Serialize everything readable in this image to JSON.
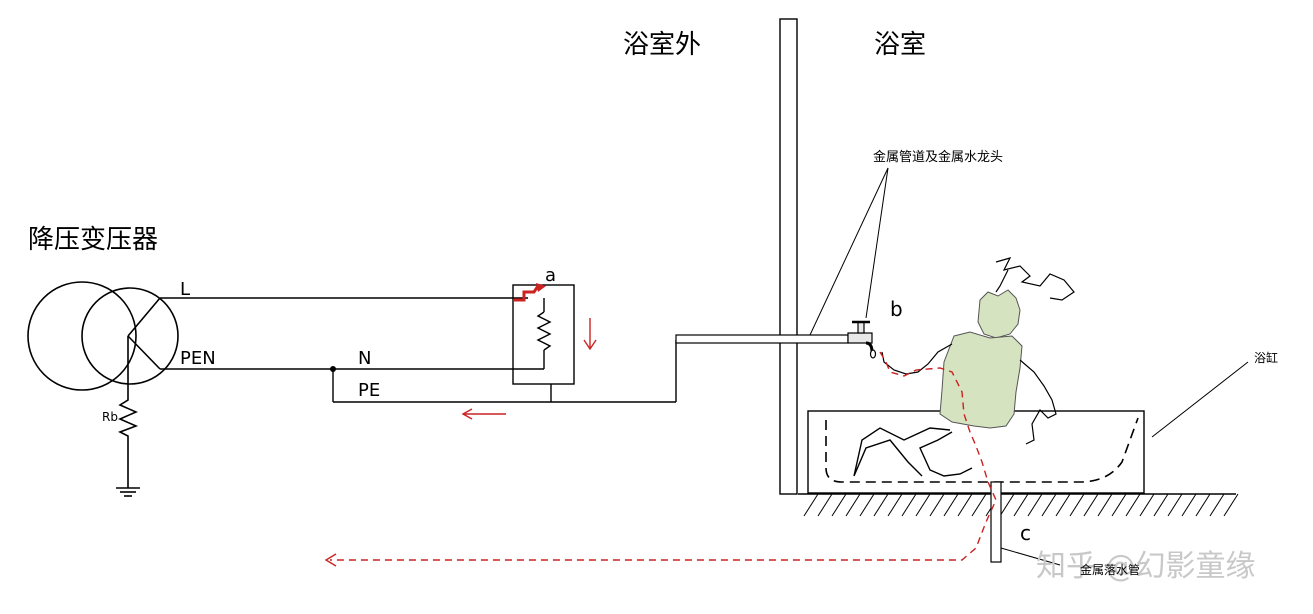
{
  "labels": {
    "transformer": "降压变压器",
    "L": "L",
    "PEN": "PEN",
    "N": "N",
    "PE": "PE",
    "Rb": "Rb",
    "a": "a",
    "b": "b",
    "c": "c",
    "outside": "浴室外",
    "bathroom": "浴室",
    "pipe_faucet": "金属管道及金属水龙头",
    "bathtub": "浴缸",
    "drain_pipe": "金属落水管"
  },
  "watermark": "知乎 @幻影童缘",
  "colors": {
    "line": "#000000",
    "current": "#cc2222",
    "person_fill": "#d6e3c0",
    "watermark": "#c8c8c8"
  }
}
